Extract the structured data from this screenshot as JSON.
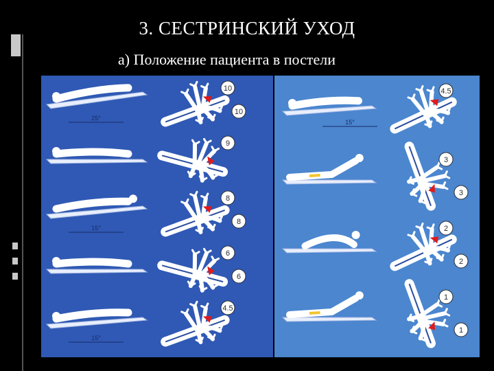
{
  "slide": {
    "title": "3. СЕСТРИНСКИЙ УХОД",
    "subtitle": "а) Положение пациента в постели"
  },
  "figure": {
    "colors": {
      "panel_left": "#2f59b4",
      "panel_right": "#4b86cf",
      "bed": "#e8eefc",
      "lung": "#ffffff",
      "highlight": "#e01a1a"
    },
    "left_rows": [
      {
        "angle": "25°",
        "badges": [
          "10",
          "10"
        ]
      },
      {
        "angle": "",
        "badges": [
          "9"
        ]
      },
      {
        "angle": "15°",
        "badges": [
          "8",
          "8"
        ]
      },
      {
        "angle": "",
        "badges": [
          "6",
          "6"
        ]
      },
      {
        "angle": "15°",
        "badges": [
          "4.5"
        ]
      }
    ],
    "right_rows": [
      {
        "angle": "15°",
        "badges": [
          "4.5"
        ]
      },
      {
        "angle": "",
        "badges": [
          "3",
          "3"
        ]
      },
      {
        "angle": "",
        "badges": [
          "2",
          "2"
        ]
      },
      {
        "angle": "",
        "badges": [
          "1",
          "1"
        ]
      }
    ]
  }
}
